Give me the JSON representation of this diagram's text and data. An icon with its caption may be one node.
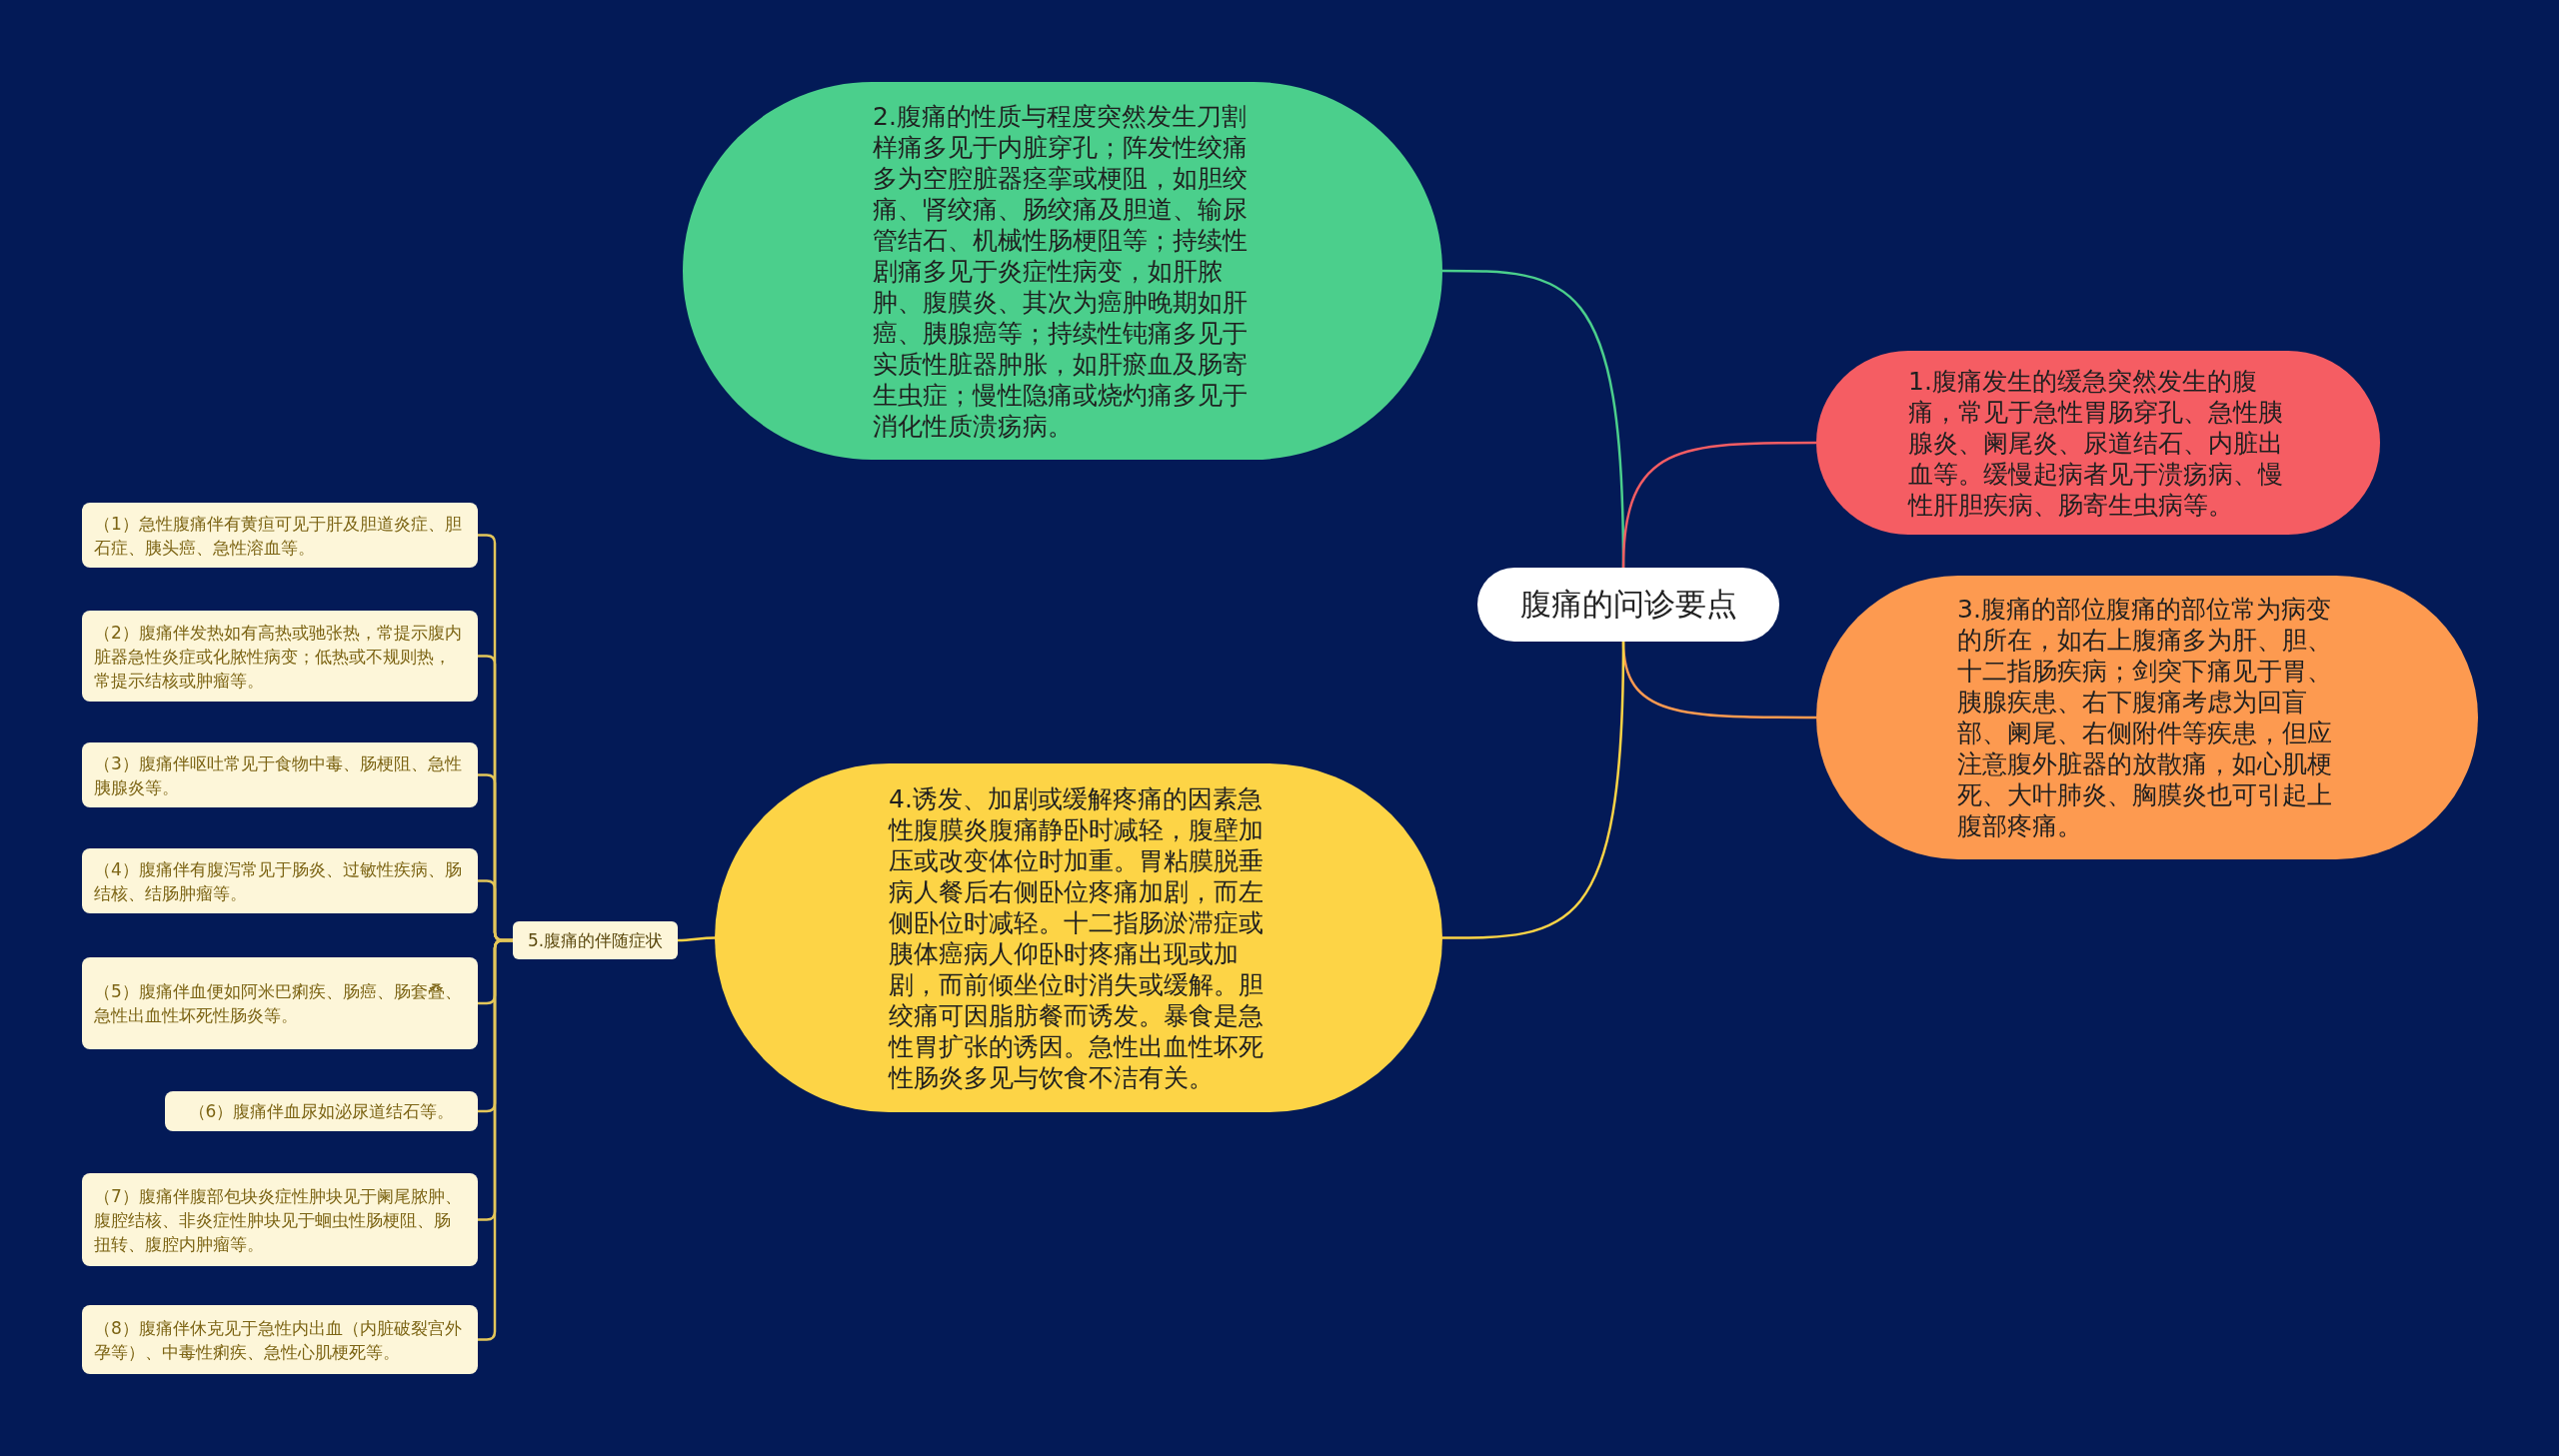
{
  "diagram": {
    "nodes": [
      {
        "text": [
          "腹痛的问诊要点"
        ]
      },
      {
        "text": [
          "2.腹痛的性质与程度突然发生刀割样痛多见于内脏穿孔；阵发性绞痛多为空腔脏器痉挛或梗阻，如胆绞痛、肾绞痛、肠绞痛及胆道、输尿管结石、机械性肠梗阻等；持续性剧痛多见于炎症性病变，如肝脓肿、腹膜炎、其次为癌肿晚期如肝癌、胰腺癌等；持续性钝痛多见于实质性脏器肿胀，如肝瘀血及肠寄生虫症；慢性隐痛或烧灼痛多见于消化性质溃疡病。"
        ]
      },
      {
        "text": [
          "1.腹痛发生的缓急突然发生的腹痛，常见于急性胃肠穿孔、急性胰腺炎、阑尾炎、尿道结石、内脏出血等。缓慢起病者见于溃疡病、慢性肝胆疾病、肠寄生虫病等。"
        ]
      },
      {
        "text": [
          "3.腹痛的部位腹痛的部位常为病变的所在，如右上腹痛多为肝、胆、十二指肠疾病；剑突下痛见于胃、胰腺疾患、右下腹痛考虑为回盲部、阑尾、右侧附件等疾患，但应注意腹外脏器的放散痛，如心肌梗死、大叶肺炎、胸膜炎也可引起上腹部疼痛。"
        ]
      },
      {
        "text": [
          "4.诱发、加剧或缓解疼痛的因素急性腹膜炎腹痛静卧时减轻，腹壁加压或改变体位时加重。胃粘膜脱垂病人餐后右侧卧位疼痛加剧，而左侧卧位时减轻。十二指肠淤滞症或胰体癌病人仰卧时疼痛出现或加剧，而前倾坐位时消失或缓解。胆绞痛可因脂肪餐而诱发。暴食是急性胃扩张的诱因。急性出血性坏死性肠炎多见与饮食不洁有关。"
        ]
      },
      {
        "text": [
          "5.腹痛的伴随症状"
        ]
      },
      {
        "text": [
          "（1）急性腹痛伴有黄疸可见于肝及胆道炎症、胆石症、胰头癌、急性溶血等。"
        ]
      },
      {
        "text": [
          "（2）腹痛伴发热如有高热或驰张热，常提示腹内脏器急性炎症或化脓性病变；低热或不规则热，常提示结核或肿瘤等。"
        ]
      },
      {
        "text": [
          "（3）腹痛伴呕吐常见于食物中毒、肠梗阻、急性胰腺炎等。"
        ]
      },
      {
        "text": [
          "（4）腹痛伴有腹泻常见于肠炎、过敏性疾病、肠结核、结肠肿瘤等。"
        ]
      },
      {
        "text": [
          "（5）腹痛伴血便如阿米巴痢疾、肠癌、肠套叠、急性出血性坏死性肠炎等。"
        ]
      },
      {
        "text": [
          "（6）腹痛伴血尿如泌尿道结石等。"
        ]
      },
      {
        "text": [
          "（7）腹痛伴腹部包块炎症性肿块见于阑尾脓肿、腹腔结核、非炎症性肿块见于蛔虫性肠梗阻、肠扭转、腹腔内肿瘤等。"
        ]
      },
      {
        "text": [
          "（8）腹痛伴休克见于急性内出血（内脏破裂宫外孕等）、中毒性痢疾、急性心肌梗死等。"
        ]
      }
    ],
    "edges": [
      {
        "from": 0,
        "to": 1,
        "arrow": "none",
        "color": "#4bcf8c"
      },
      {
        "from": 0,
        "to": 2,
        "arrow": "none",
        "color": "#f55d63"
      },
      {
        "from": 0,
        "to": 3,
        "arrow": "none",
        "color": "#fd9a50"
      },
      {
        "from": 0,
        "to": 4,
        "arrow": "none",
        "color": "#fdd446"
      },
      {
        "from": 4,
        "to": 5,
        "arrow": "none",
        "color": "#fdd446"
      },
      {
        "from": 5,
        "to": 6,
        "arrow": "none",
        "color": "#e3c65a"
      },
      {
        "from": 5,
        "to": 7,
        "arrow": "none",
        "color": "#e3c65a"
      },
      {
        "from": 5,
        "to": 8,
        "arrow": "none",
        "color": "#e3c65a"
      },
      {
        "from": 5,
        "to": 9,
        "arrow": "none",
        "color": "#e3c65a"
      },
      {
        "from": 5,
        "to": 10,
        "arrow": "none",
        "color": "#e3c65a"
      },
      {
        "from": 5,
        "to": 11,
        "arrow": "none",
        "color": "#e3c65a"
      },
      {
        "from": 5,
        "to": 12,
        "arrow": "none",
        "color": "#e3c65a"
      },
      {
        "from": 5,
        "to": 13,
        "arrow": "none",
        "color": "#e3c65a"
      }
    ]
  }
}
